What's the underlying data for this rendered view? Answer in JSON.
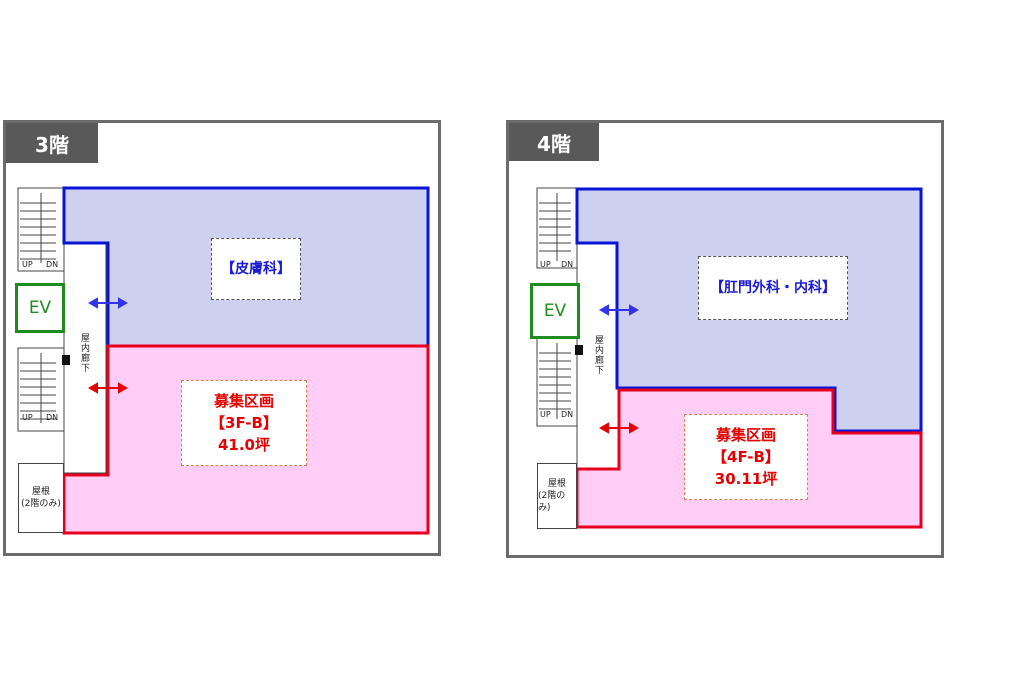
{
  "floors": [
    {
      "tab": "3階",
      "elevator": "EV",
      "corridor": "屋内廊下",
      "stair_labels": [
        "UP",
        "DN",
        "UP",
        "DN"
      ],
      "roof": [
        "屋根",
        "(2階のみ)"
      ],
      "tenant": {
        "lines": [
          "【皮膚科】"
        ]
      },
      "vacancy": {
        "lines": [
          "募集区画",
          "【3F-B】",
          "41.0坪"
        ]
      }
    },
    {
      "tab": "4階",
      "elevator": "EV",
      "corridor": "屋内廊下",
      "stair_labels": [
        "UP",
        "DN",
        "UP",
        "DN"
      ],
      "roof": [
        "屋根",
        "(2階のみ)"
      ],
      "tenant": {
        "lines": [
          "【肛門外科・内科】"
        ]
      },
      "vacancy": {
        "lines": [
          "募集区画",
          "【4F-B】",
          "30.11坪"
        ]
      }
    }
  ],
  "colors": {
    "tenant_fill": "#cdd0ee",
    "tenant_stroke": "#0a14d6",
    "vacancy_fill": "#ffcdf5",
    "vacancy_stroke": "#e6001e",
    "ev": "#1e8c1e",
    "tab": "#595959"
  }
}
